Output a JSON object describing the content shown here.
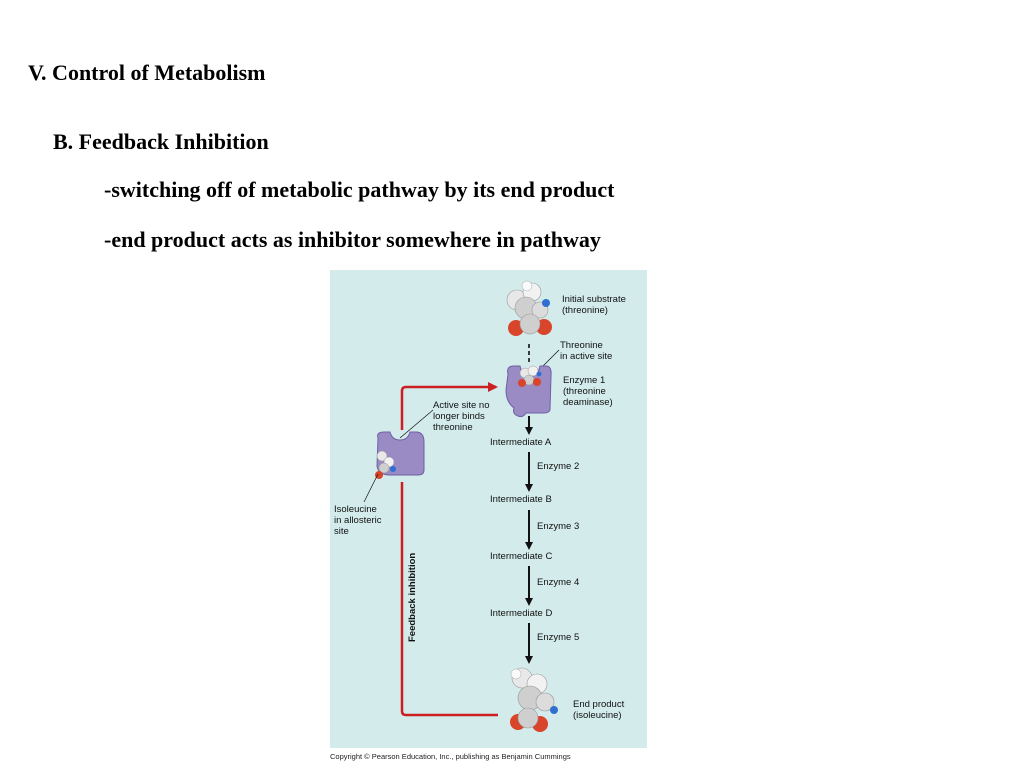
{
  "slide": {
    "title": "V. Control of Metabolism",
    "subtitle": "B. Feedback Inhibition",
    "bullets": [
      "-switching off of metabolic pathway by its end product",
      "-end product acts as inhibitor somewhere in pathway"
    ]
  },
  "figure": {
    "initial_substrate": [
      "Initial substrate",
      "(threonine)"
    ],
    "threonine_active_site": [
      "Threonine",
      "in active site"
    ],
    "enzyme1": [
      "Enzyme 1",
      "(threonine",
      "deaminase)"
    ],
    "active_site_note": [
      "Active site no",
      "longer binds",
      "threonine"
    ],
    "allosteric_note": [
      "Isoleucine",
      "in allosteric",
      "site"
    ],
    "feedback_label": "Feedback inhibition",
    "intermediates": [
      "Intermediate A",
      "Intermediate B",
      "Intermediate C",
      "Intermediate D"
    ],
    "enzymes": [
      "Enzyme 2",
      "Enzyme 3",
      "Enzyme 4",
      "Enzyme 5"
    ],
    "end_product": [
      "End product",
      "(isoleucine)"
    ],
    "colors": {
      "background": "#d3ebeb",
      "enzyme": "#9a8bc5",
      "enzyme_outline": "#6f5fa3",
      "feedback_arrow": "#cc1f1f",
      "oxygen": "#d9452a",
      "nitrogen": "#2e6fd0",
      "carbon": "#cfcfcf"
    }
  },
  "copyright": "Copyright © Pearson Education, Inc., publishing as Benjamin Cummings"
}
